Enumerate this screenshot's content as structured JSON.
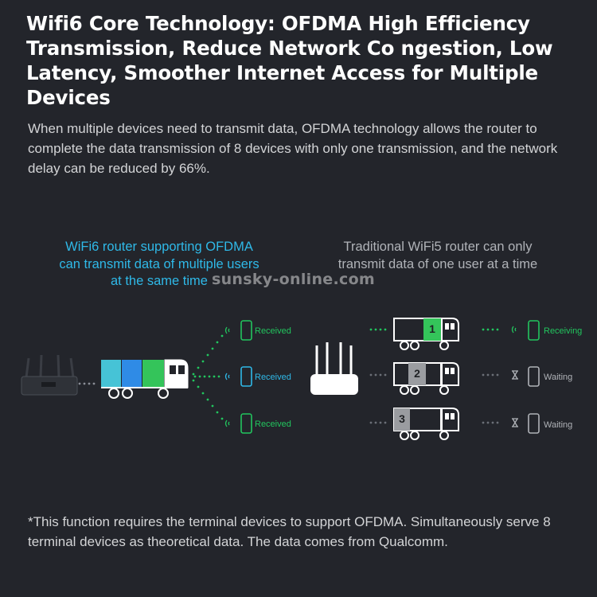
{
  "title": "Wifi6 Core Technology: OFDMA High Efficiency Transmission, Reduce Network Co ngestion, Low Latency, Smoother Internet Access for Multiple Devices",
  "description": "When multiple devices need to transmit data, OFDMA technology allows the router to complete the data transmission of 8 devices with only one transmission, and the network delay can be reduced by 66%.",
  "left_caption": {
    "line1": "WiFi6 router supporting OFDMA",
    "line2": "can transmit data of multiple users",
    "line3": "at the same time"
  },
  "right_caption": {
    "line1": "Traditional WiFi5 router can only",
    "line2": "transmit data of one user at a time"
  },
  "watermark": "sunsky-online.com",
  "left_devices": [
    "Received",
    "Received",
    "Received"
  ],
  "right_trucks": [
    {
      "number": "1",
      "status": "Receiving"
    },
    {
      "number": "2",
      "status": "Waiting"
    },
    {
      "number": "3",
      "status": "Waiting"
    }
  ],
  "colors": {
    "background": "#23252b",
    "accent_blue": "#2fb9e8",
    "accent_green": "#22c55e",
    "cargo_cyan": "#46c3d6",
    "cargo_blue": "#2f8be6",
    "cargo_green": "#34c45a",
    "gray_text": "#b0b3b8"
  },
  "footer": "*This function requires the terminal devices to support OFDMA. Simultaneously serve 8 terminal devices as theoretical data. The data comes from Qualcomm."
}
